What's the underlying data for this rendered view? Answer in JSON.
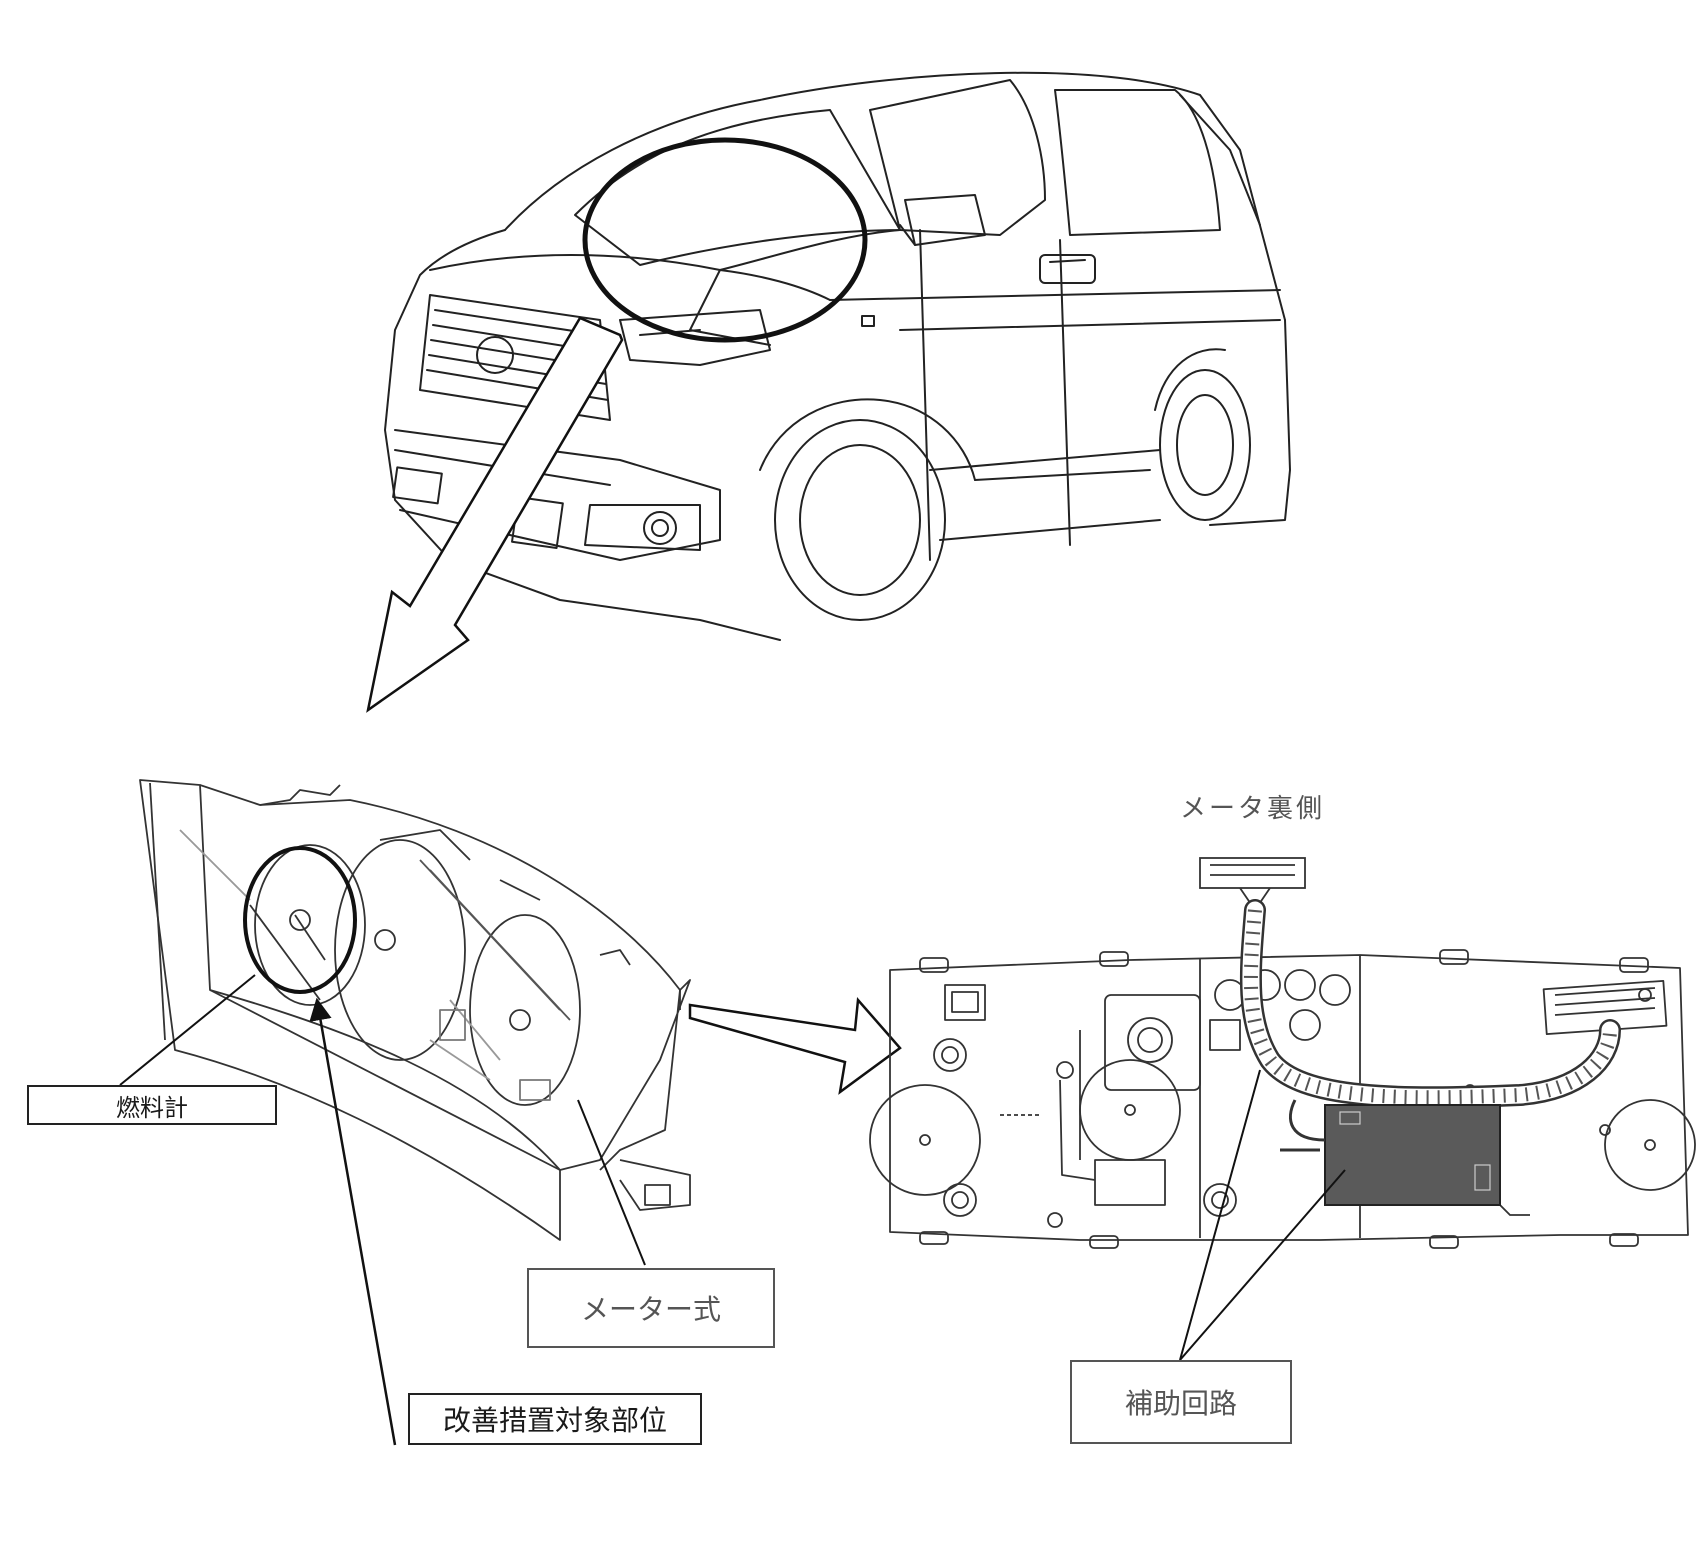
{
  "labels": {
    "meter_back": "メータ裏側",
    "fuel_gauge": "燃料計",
    "meter_assembly": "メーター式",
    "improvement_target": "改善措置対象部位",
    "auxiliary_circuit": "補助回路"
  },
  "colors": {
    "line": "#222222",
    "module_fill": "#5a5a5a",
    "label_border": "#222222"
  }
}
